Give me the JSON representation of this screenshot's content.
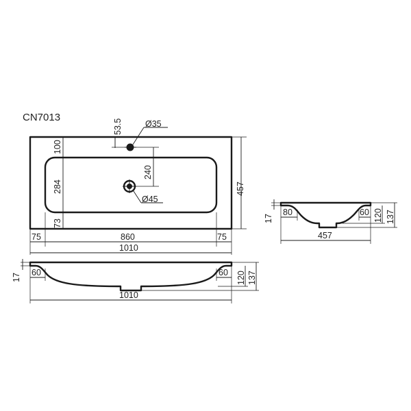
{
  "model": "CN7013",
  "top_view": {
    "hole_offset": "53.5",
    "tap_hole_diameter": "Ø35",
    "drain_diameter": "Ø45",
    "bowl_top_margin": "100",
    "bowl_depth": "284",
    "bowl_bottom_margin": "73",
    "drain_offset": "240",
    "total_depth": "457",
    "left_margin": "75",
    "bowl_width": "860",
    "right_margin": "75",
    "total_width": "1010"
  },
  "front_section": {
    "rim_thickness": "17",
    "left_rim_width": "60",
    "right_rim_width": "60",
    "bowl_height": "120",
    "total_height": "137",
    "total_width": "1010"
  },
  "side_section": {
    "rim_thickness": "17",
    "left_rim_width": "80",
    "right_rim_width": "60",
    "bowl_height": "120",
    "total_height": "137",
    "total_depth": "457"
  }
}
